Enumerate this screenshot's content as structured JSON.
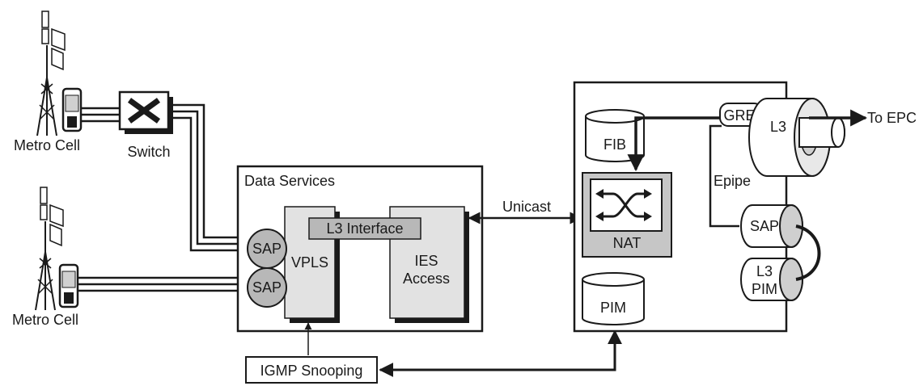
{
  "cells": {
    "top_label": "Metro Cell",
    "bottom_label": "Metro Cell"
  },
  "switch": {
    "label": "Switch"
  },
  "data_services": {
    "title": "Data Services",
    "vpls": "VPLS",
    "l3_interface": "L3 Interface",
    "ies_line1": "IES",
    "ies_line2": "Access",
    "sap_top": "SAP",
    "sap_bottom": "SAP"
  },
  "unicast": "Unicast",
  "igmp_snooping": "IGMP Snooping",
  "router": {
    "fib": "FIB",
    "nat": "NAT",
    "pim": "PIM",
    "gre": "GRE",
    "l3": "L3",
    "to_epc": "To EPC",
    "epipe": "Epipe",
    "sap": "SAP",
    "l3pim_line1": "L3",
    "l3pim_line2": "PIM"
  },
  "colors": {
    "box_fill": "#e2e2e2",
    "nat_outer": "#c6c6c6",
    "shadow": "#1a1a1a",
    "sap_fill": "#b8b8b8"
  }
}
